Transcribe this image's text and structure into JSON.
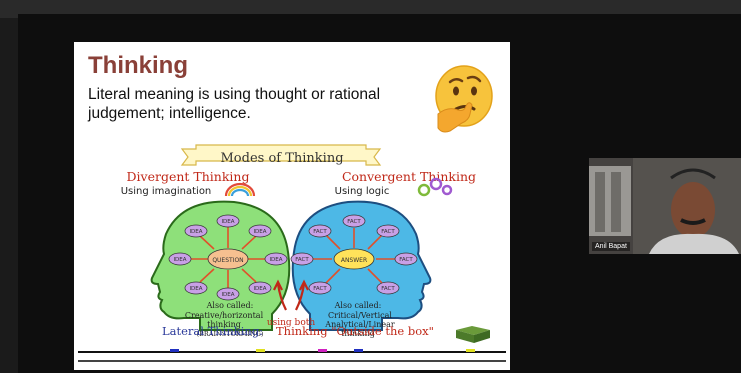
{
  "window": {
    "title": ""
  },
  "slide": {
    "title": "Thinking",
    "body": "Literal meaning is using thought or rational judgement; intelligence.",
    "illustration": {
      "banner": "Modes of Thinking",
      "divergent": {
        "title": "Divergent Thinking",
        "subtitle": "Using imagination",
        "center": "QUESTION",
        "node": "IDEA",
        "note_l1": "Also called:",
        "note_l2": "Creative/horizontal",
        "note_l3": "thinking",
        "note_l4": "(BRAINSTORMING)"
      },
      "convergent": {
        "title": "Convergent Thinking",
        "subtitle": "Using logic",
        "center": "ANSWER",
        "node": "FACT",
        "note_l1": "Also called:",
        "note_l2": "Critical/Vertical",
        "note_l3": "Analytical/Linear",
        "note_l4": "thinking"
      },
      "middle": "using both",
      "lateral_label": "Lateral Thinking:",
      "lateral_text": "Thinking \"Outside the box\""
    }
  },
  "participant": {
    "name": "Anil Bapat"
  },
  "colors": {
    "slide_title": "#8a4038",
    "divergent": "#c02818",
    "convergent": "#c02818",
    "head_green": "#8ee07a",
    "head_blue": "#4db8e6",
    "node_purple": "#c8a0e6",
    "center_orange": "#f6c090",
    "center_yellow": "#ffe25a"
  }
}
